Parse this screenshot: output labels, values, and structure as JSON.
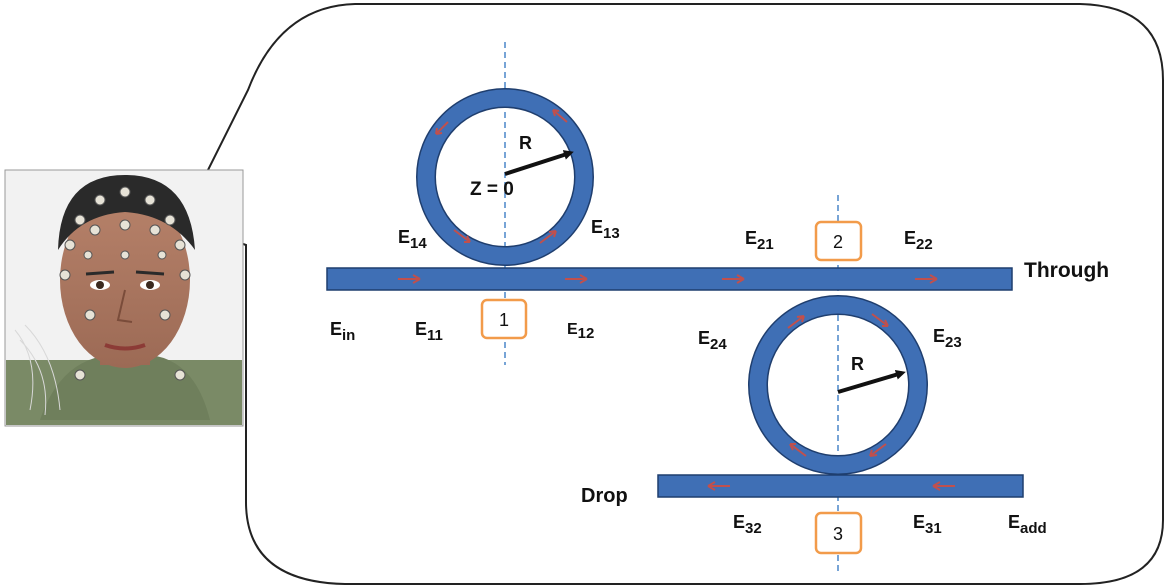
{
  "colors": {
    "waveguide_fill": "#3f6fb5",
    "waveguide_stroke": "#1f3e6e",
    "arrow_red": "#c0504d",
    "axis_dash": "#4a86c8",
    "box_orange": "#f29b4a",
    "outline": "#111111"
  },
  "labels": {
    "radius_top": "R",
    "radius_bottom": "R",
    "z_origin": "Z = 0",
    "through": "Through",
    "drop": "Drop"
  },
  "fields": [
    {
      "id": "e14",
      "base": "E",
      "sub": "14"
    },
    {
      "id": "e13",
      "base": "E",
      "sub": "13"
    },
    {
      "id": "e21",
      "base": "E",
      "sub": "21"
    },
    {
      "id": "e22",
      "base": "E",
      "sub": "22"
    },
    {
      "id": "ein",
      "base": "E",
      "sub": "in"
    },
    {
      "id": "e11",
      "base": "E",
      "sub": "11"
    },
    {
      "id": "e12",
      "base": "E",
      "sub": "12"
    },
    {
      "id": "e24",
      "base": "E",
      "sub": "24"
    },
    {
      "id": "e23",
      "base": "E",
      "sub": "23"
    },
    {
      "id": "e32",
      "base": "E",
      "sub": "32"
    },
    {
      "id": "e31",
      "base": "E",
      "sub": "31"
    },
    {
      "id": "eadd",
      "base": "E",
      "sub": "add"
    }
  ],
  "coupling_points": [
    "1",
    "2",
    "3"
  ],
  "photo": {
    "icon": "person-with-eeg-cap-photo"
  }
}
